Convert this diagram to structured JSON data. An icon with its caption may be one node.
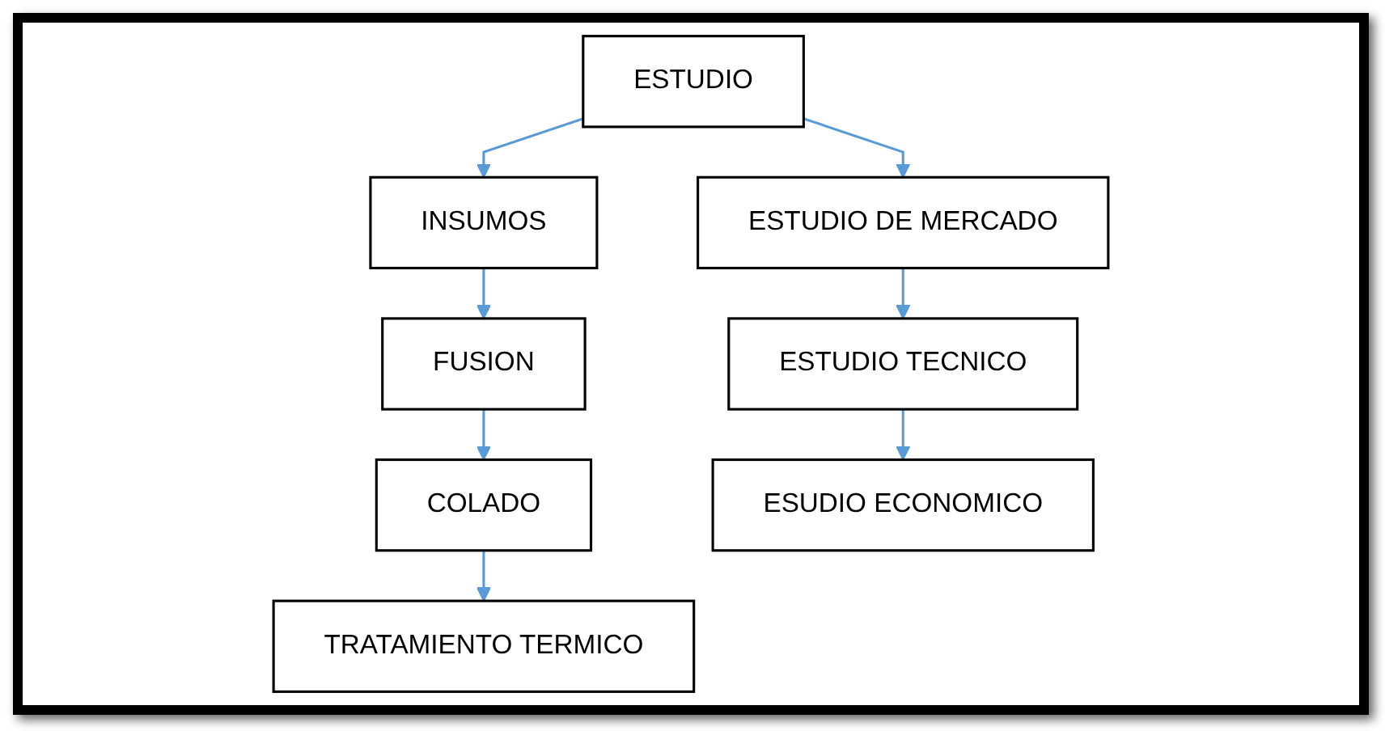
{
  "diagram": {
    "nodes": [
      {
        "text": [
          "ESTUDIO"
        ]
      },
      {
        "text": [
          "INSUMOS"
        ]
      },
      {
        "text": [
          "FUSION"
        ]
      },
      {
        "text": [
          "COLADO"
        ]
      },
      {
        "text": [
          "TRATAMIENTO TERMICO"
        ]
      },
      {
        "text": [
          "ESTUDIO DE MERCADO"
        ]
      },
      {
        "text": [
          "ESTUDIO TECNICO"
        ]
      },
      {
        "text": [
          "ESUDIO ECONOMICO"
        ]
      }
    ],
    "edges": [
      {
        "from": 0,
        "to": 1,
        "arrow": "to"
      },
      {
        "from": 0,
        "to": 5,
        "arrow": "to"
      },
      {
        "from": 1,
        "to": 2,
        "arrow": "to"
      },
      {
        "from": 2,
        "to": 3,
        "arrow": "to"
      },
      {
        "from": 3,
        "to": 4,
        "arrow": "to"
      },
      {
        "from": 5,
        "to": 6,
        "arrow": "to"
      },
      {
        "from": 6,
        "to": 7,
        "arrow": "to"
      }
    ]
  }
}
